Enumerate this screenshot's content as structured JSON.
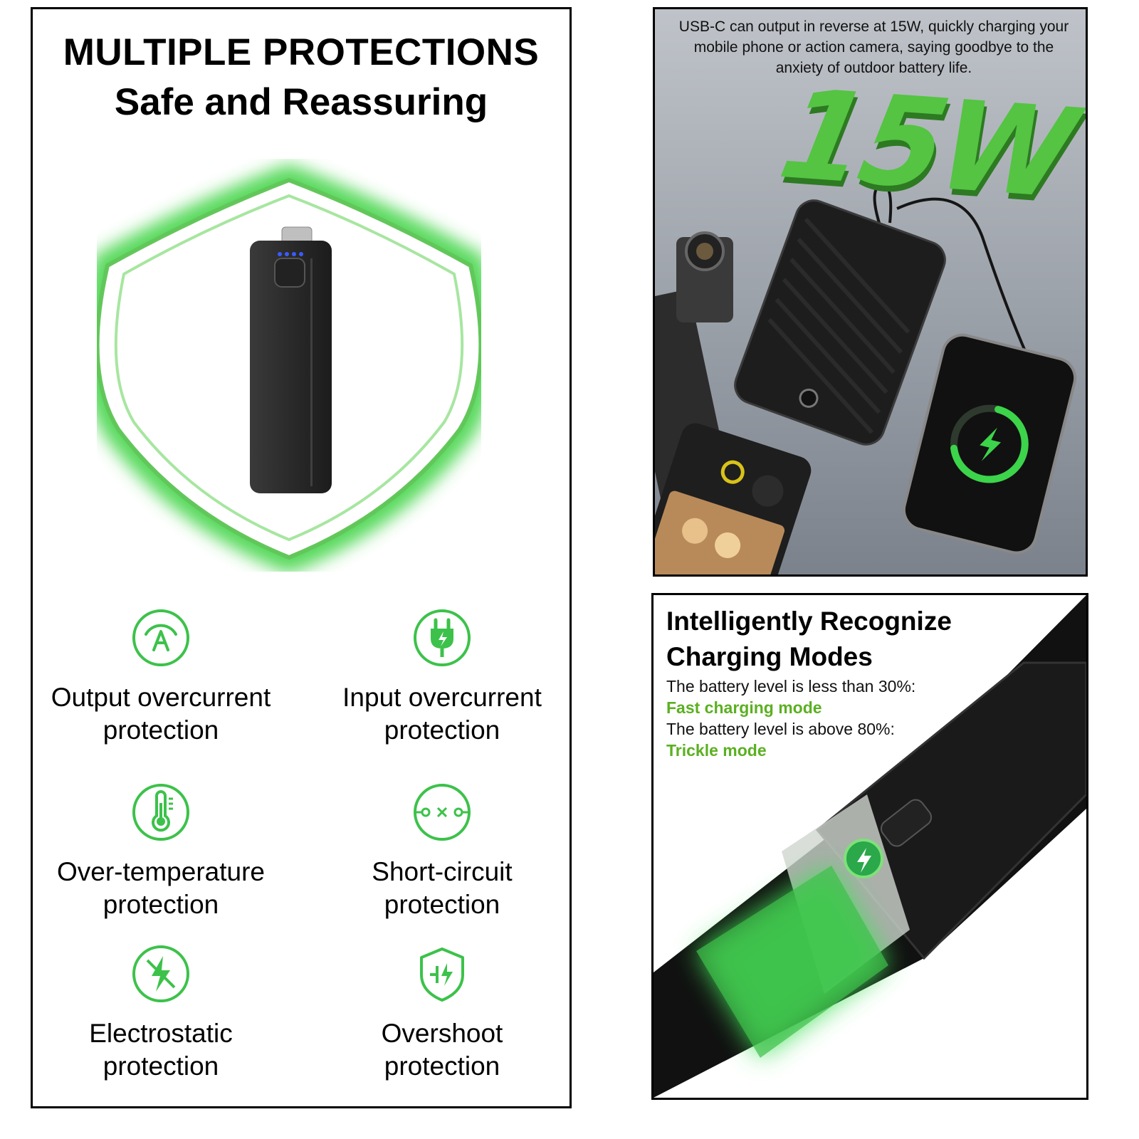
{
  "left_panel": {
    "title": "MULTIPLE PROTECTIONS",
    "subtitle": "Safe and Reassuring",
    "features": [
      {
        "label": "Output overcurrent\nprotection",
        "icon": "ampere-icon"
      },
      {
        "label": "Input overcurrent\nprotection",
        "icon": "plug-icon"
      },
      {
        "label": "Over-temperature\nprotection",
        "icon": "thermometer-icon"
      },
      {
        "label": "Short-circuit\nprotection",
        "icon": "short-circuit-icon"
      },
      {
        "label": "Electrostatic\nprotection",
        "icon": "static-bolt-icon"
      },
      {
        "label": "Overshoot\nprotection",
        "icon": "shield-bolt-icon"
      }
    ]
  },
  "top_right_panel": {
    "caption": "USB-C can output in reverse at 15W, quickly charging your mobile phone or action camera, saying goodbye to the anxiety of outdoor battery life.",
    "big_text": "15W"
  },
  "bottom_right_panel": {
    "title_line1": "Intelligently Recognize",
    "title_line2": "Charging Modes",
    "line1": "The battery level is less than 30%:",
    "line2": "Fast charging mode",
    "line3": "The battery level is above 80%:",
    "line4": "Trickle mode"
  },
  "colors": {
    "accent_green": "#3cc24a",
    "mode_green": "#5bb021",
    "border": "#000000"
  }
}
